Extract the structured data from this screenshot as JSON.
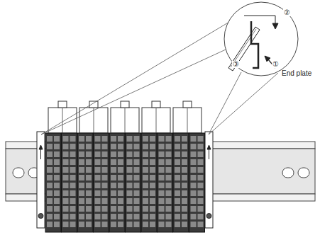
{
  "diagram": {
    "labels": [
      "①",
      "②",
      "③",
      "End plate"
    ]
  }
}
